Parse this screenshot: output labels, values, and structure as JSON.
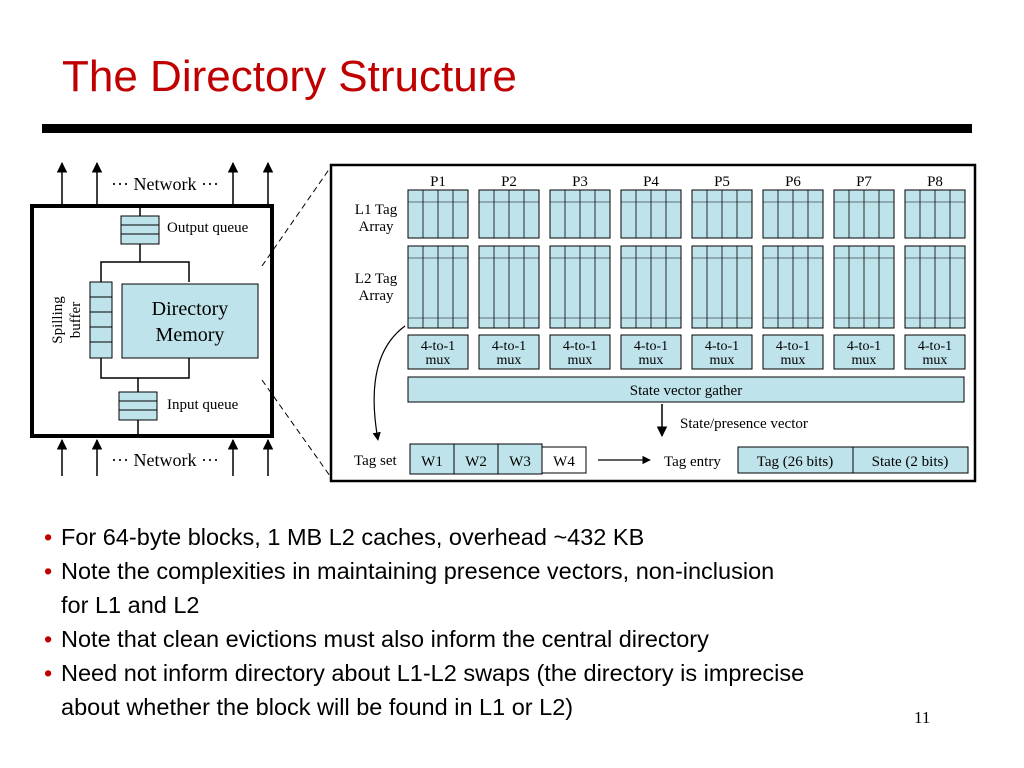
{
  "title": "The Directory Structure",
  "left_diagram": {
    "network_top": "··· Network ···",
    "network_bottom": "··· Network ···",
    "output_queue": "Output queue",
    "input_queue": "Input queue",
    "spilling_buffer_line1": "Spilling",
    "spilling_buffer_line2": "buffer",
    "directory_memory_line1": "Directory",
    "directory_memory_line2": "Memory"
  },
  "right_diagram": {
    "processors": [
      "P1",
      "P2",
      "P3",
      "P4",
      "P5",
      "P6",
      "P7",
      "P8"
    ],
    "l1_label_line1": "L1 Tag",
    "l1_label_line2": "Array",
    "l2_label_line1": "L2 Tag",
    "l2_label_line2": "Array",
    "mux_line1": "4-to-1",
    "mux_line2": "mux",
    "state_vector_gather": "State vector gather",
    "state_presence_vector": "State/presence vector",
    "tag_set_label": "Tag set",
    "ways": [
      "W1",
      "W2",
      "W3",
      "W4"
    ],
    "tag_entry_label": "Tag entry",
    "tag_field": "Tag (26 bits)",
    "state_field": "State (2 bits)"
  },
  "bullets": [
    {
      "line1": "For 64-byte blocks, 1 MB L2 caches, overhead ~432 KB",
      "line2": ""
    },
    {
      "line1": "Note the complexities in maintaining presence vectors, non-inclusion",
      "line2": "for L1 and L2"
    },
    {
      "line1": "Note that clean evictions must also inform the central directory",
      "line2": ""
    },
    {
      "line1": "Need not inform directory about L1-L2 swaps (the directory is imprecise",
      "line2": "about whether the block will be found in L1 or L2)"
    }
  ],
  "bullet_symbol": "•",
  "page_number": "11",
  "colors": {
    "title": "#c00000",
    "box_fill": "#bfe3ea",
    "bullet_dot": "#c00000"
  }
}
